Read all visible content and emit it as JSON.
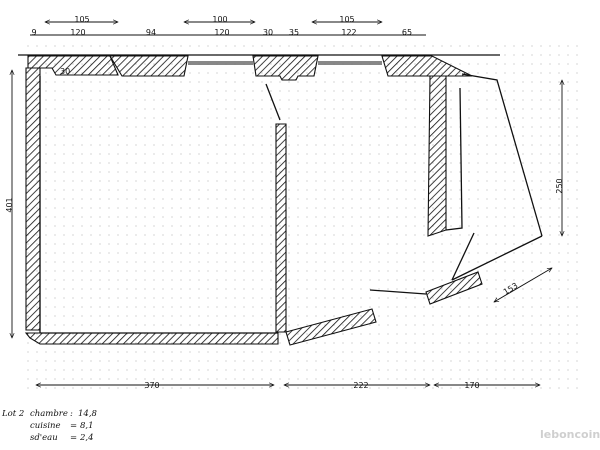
{
  "top_row1": {
    "a": "105",
    "b": "100",
    "c": "105"
  },
  "top_row2": {
    "a": "9",
    "b": "120",
    "c": "94",
    "d": "120",
    "e": "30",
    "f": "35",
    "g": "122",
    "h": "65"
  },
  "small_30": "30",
  "left_height": "401",
  "right_height": "250",
  "diag_len": "153",
  "bottom": {
    "a": "370",
    "b": "222",
    "c": "170"
  },
  "notes": {
    "title": "Lot 2",
    "l1_label": "chambre",
    "l1_eq": ":",
    "l1_val": "14,8",
    "l2_label": "cuisine",
    "l2_eq": "=",
    "l2_val": "8,1",
    "l3_label": "sd'eau",
    "l3_eq": "=",
    "l3_val": "2,4"
  },
  "watermark": "leboncoin"
}
